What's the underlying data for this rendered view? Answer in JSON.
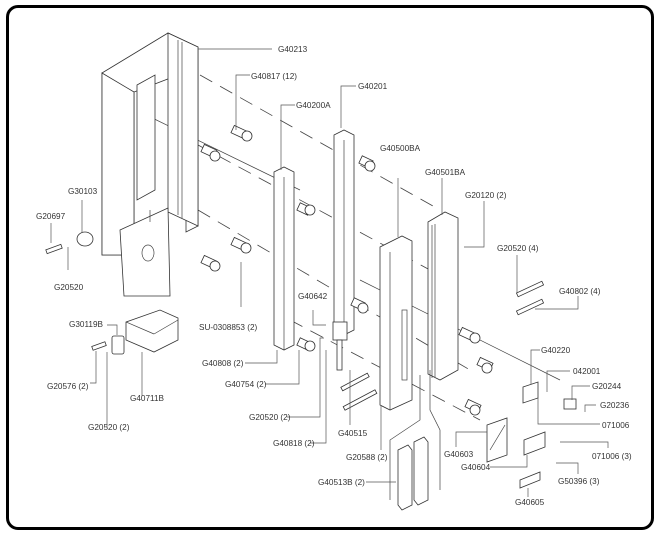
{
  "diagram": {
    "type": "exploded-parts-view",
    "labels": [
      {
        "id": "G40213",
        "text": "G40213"
      },
      {
        "id": "G40817",
        "text": "G40817 (12)"
      },
      {
        "id": "G40200A",
        "text": "G40200A"
      },
      {
        "id": "G40201",
        "text": "G40201"
      },
      {
        "id": "G40500BA",
        "text": "G40500BA"
      },
      {
        "id": "G40501BA",
        "text": "G40501BA"
      },
      {
        "id": "G20120",
        "text": "G20120 (2)"
      },
      {
        "id": "G20520_4",
        "text": "G20520 (4)"
      },
      {
        "id": "G40802",
        "text": "G40802 (4)"
      },
      {
        "id": "G30103",
        "text": "G30103"
      },
      {
        "id": "G20697",
        "text": "G20697"
      },
      {
        "id": "G20520",
        "text": "G20520"
      },
      {
        "id": "G30119B",
        "text": "G30119B"
      },
      {
        "id": "G20576",
        "text": "G20576 (2)"
      },
      {
        "id": "G40711B",
        "text": "G40711B"
      },
      {
        "id": "G20520_2a",
        "text": "G20520 (2)"
      },
      {
        "id": "SU0308853",
        "text": "SU-0308853 (2)"
      },
      {
        "id": "G40642",
        "text": "G40642"
      },
      {
        "id": "G40808",
        "text": "G40808 (2)"
      },
      {
        "id": "G40754",
        "text": "G40754 (2)"
      },
      {
        "id": "G20520_2b",
        "text": "G20520 (2)"
      },
      {
        "id": "G40818",
        "text": "G40818 (2)"
      },
      {
        "id": "G40515",
        "text": "G40515"
      },
      {
        "id": "G20588",
        "text": "G20588 (2)"
      },
      {
        "id": "G40513B",
        "text": "G40513B (2)"
      },
      {
        "id": "G40603",
        "text": "G40603"
      },
      {
        "id": "G40604",
        "text": "G40604"
      },
      {
        "id": "G40605",
        "text": "G40605"
      },
      {
        "id": "G50396",
        "text": "G50396 (3)"
      },
      {
        "id": "071006_3",
        "text": "071006 (3)"
      },
      {
        "id": "G40220",
        "text": "G40220"
      },
      {
        "id": "042001",
        "text": "042001"
      },
      {
        "id": "G20244",
        "text": "G20244"
      },
      {
        "id": "G20236",
        "text": "G20236"
      },
      {
        "id": "071006",
        "text": "071006"
      }
    ]
  }
}
